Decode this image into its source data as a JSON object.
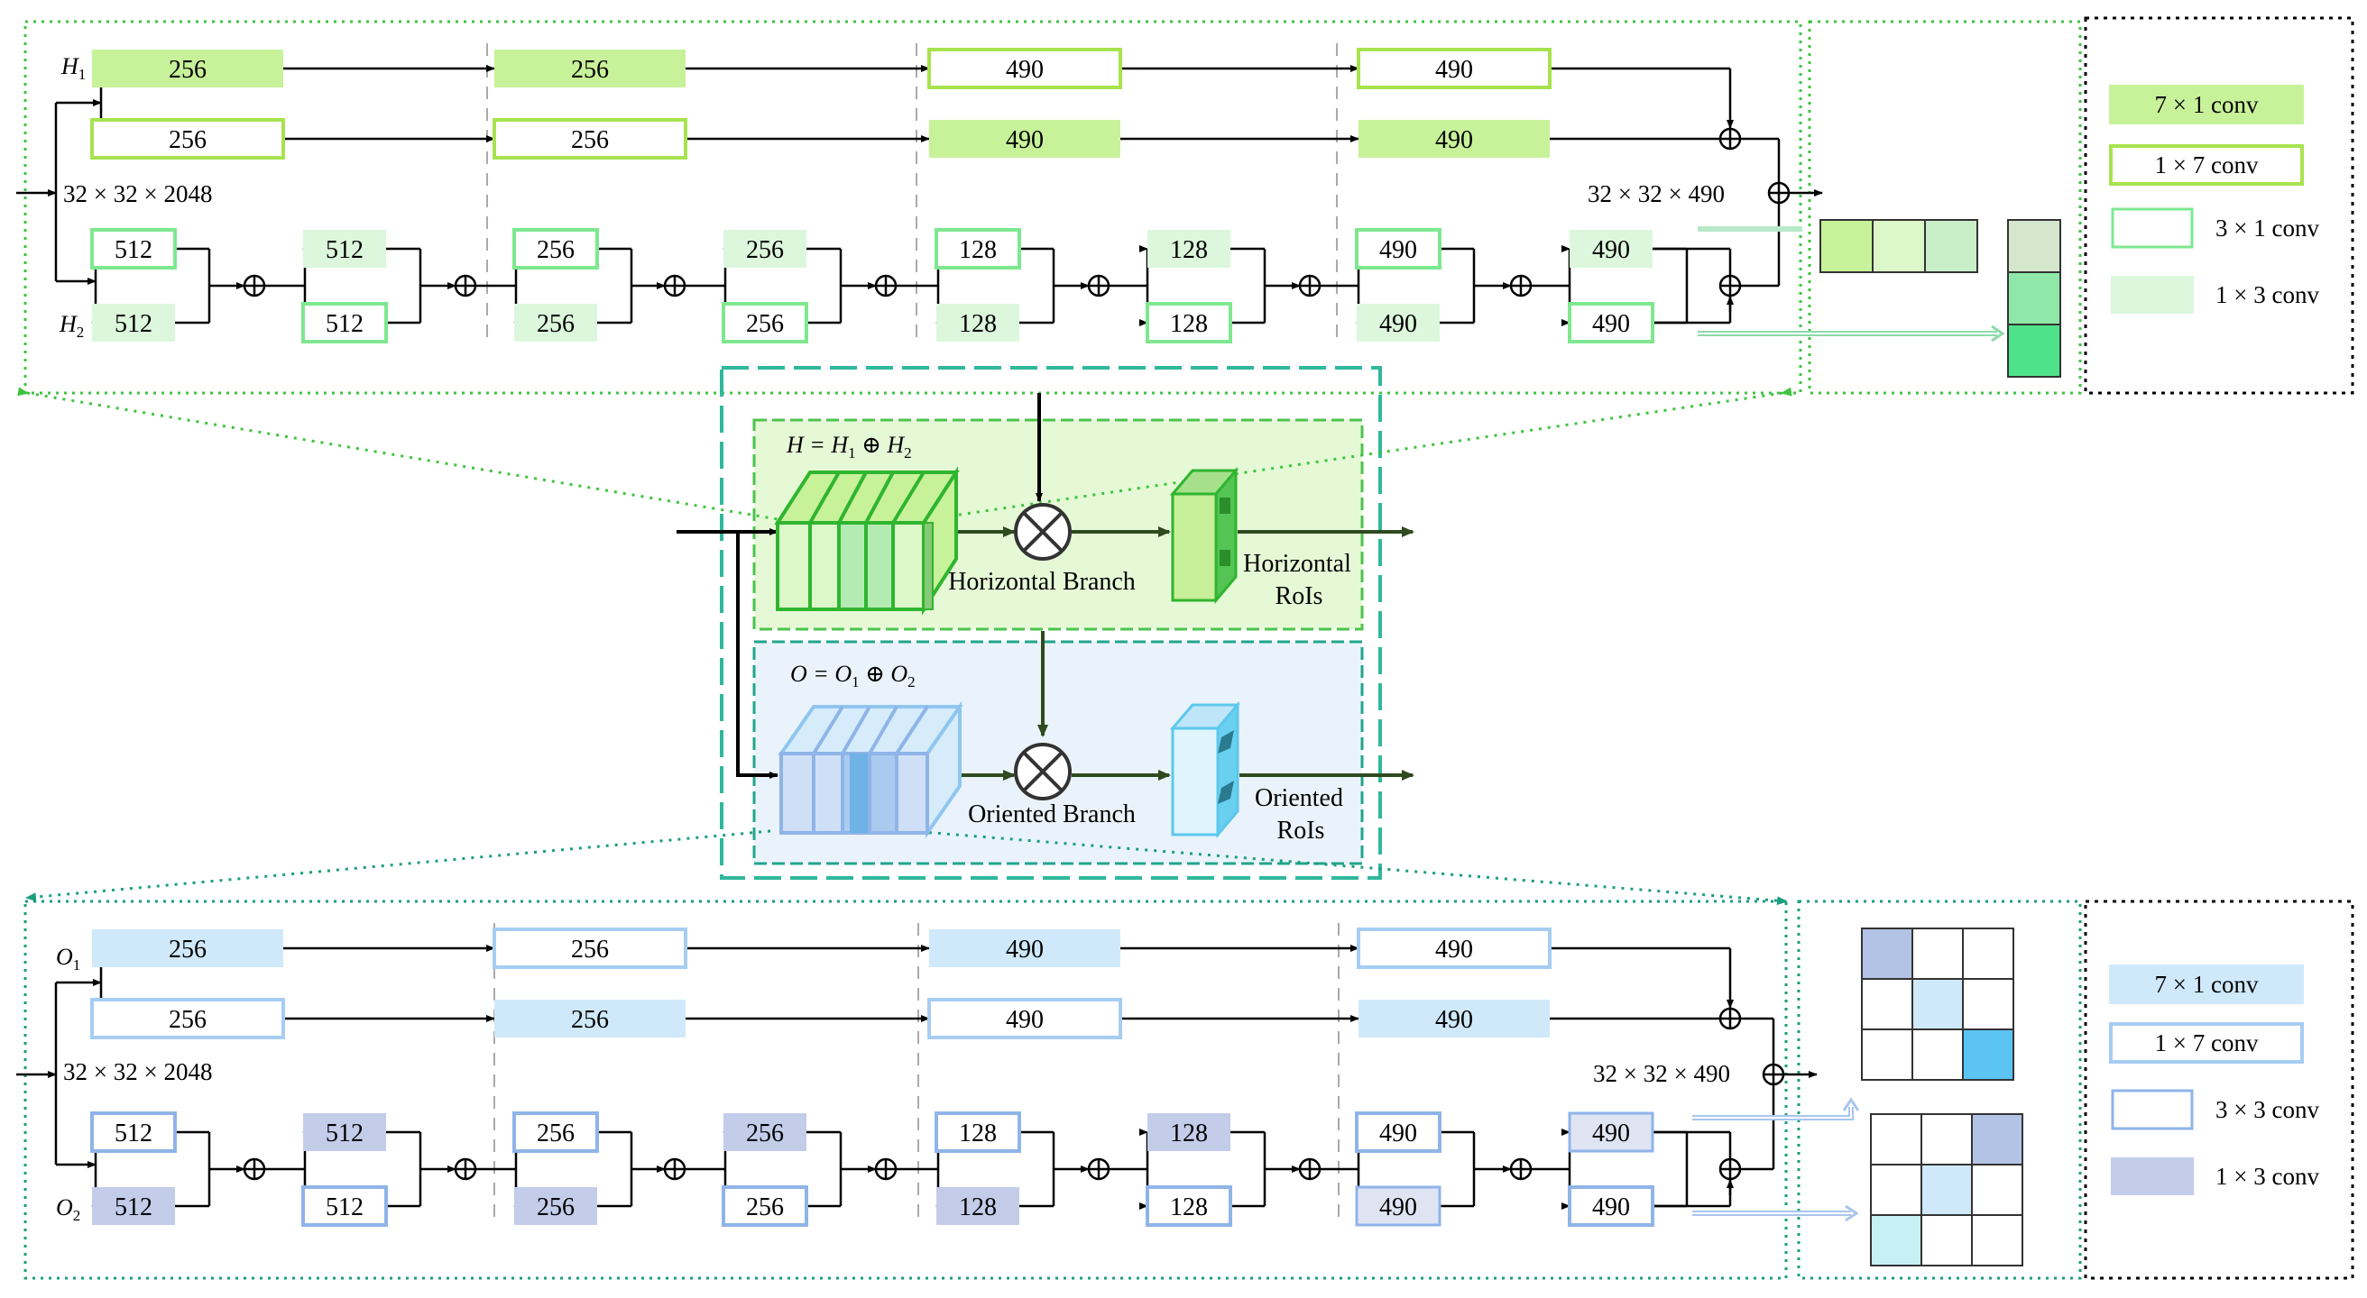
{
  "palette": {
    "green_dark": "#c8f29a",
    "green_outline": "#7ee88f",
    "green_light": "#dcf7dc",
    "green_stroke": "#8fd98f",
    "green_panel": "#e6f9d6",
    "blue_dark": "#cfe9fb",
    "blue_outline": "#8fb4e8",
    "blue_mid": "#c3cdea",
    "blue_pale": "#dfe4f3",
    "blue_panel": "#eaf3fb",
    "teal": "#22b59a",
    "outer_dash": "#2fb89c"
  },
  "top": {
    "h1_label": "H",
    "h1_sub": "1",
    "h2_label": "H",
    "h2_sub": "2",
    "input_shape": "32 × 32 × 2048",
    "output_shape": "32 × 32 × 490",
    "upper_rows": [
      [
        "256",
        "256",
        "490",
        "490"
      ],
      [
        "256",
        "256",
        "490",
        "490"
      ]
    ],
    "lower_rows": [
      [
        "512",
        "512",
        "256",
        "256",
        "128",
        "128",
        "490",
        "490"
      ],
      [
        "512",
        "512",
        "256",
        "256",
        "128",
        "128",
        "490",
        "490"
      ]
    ]
  },
  "bottom": {
    "o1_label": "O",
    "o1_sub": "1",
    "o2_label": "O",
    "o2_sub": "2",
    "input_shape": "32 × 32 × 2048",
    "output_shape": "32 × 32 × 490",
    "upper_rows": [
      [
        "256",
        "256",
        "490",
        "490"
      ],
      [
        "256",
        "256",
        "490",
        "490"
      ]
    ],
    "lower_rows": [
      [
        "512",
        "512",
        "256",
        "256",
        "128",
        "128",
        "490",
        "490"
      ],
      [
        "512",
        "512",
        "256",
        "256",
        "128",
        "128",
        "490",
        "490"
      ]
    ]
  },
  "middle": {
    "h_formula": "H = H",
    "h_formula_tail": " ⊕ H",
    "o_formula": "O = O",
    "o_formula_tail": " ⊕ O",
    "sub1": "1",
    "sub2": "2",
    "horizontal_branch": "Horizontal Branch",
    "oriented_branch": "Oriented Branch",
    "horizontal_rois_1": "Horizontal",
    "horizontal_rois_2": "RoIs",
    "oriented_rois_1": "Oriented",
    "oriented_rois_2": "RoIs"
  },
  "legend_top": [
    {
      "label": "7 × 1 conv",
      "style": "filled-dark"
    },
    {
      "label": "1 × 7 conv",
      "style": "outlined-thick"
    },
    {
      "label": "3 × 1 conv",
      "style": "outlined"
    },
    {
      "label": "1 × 3 conv",
      "style": "filled-light"
    }
  ],
  "legend_bottom": [
    {
      "label": "7 × 1 conv",
      "style": "filled-dark"
    },
    {
      "label": "1 × 7 conv",
      "style": "outlined-thick"
    },
    {
      "label": "3 × 3 conv",
      "style": "outlined"
    },
    {
      "label": "1 × 3 conv",
      "style": "filled-mid"
    }
  ]
}
